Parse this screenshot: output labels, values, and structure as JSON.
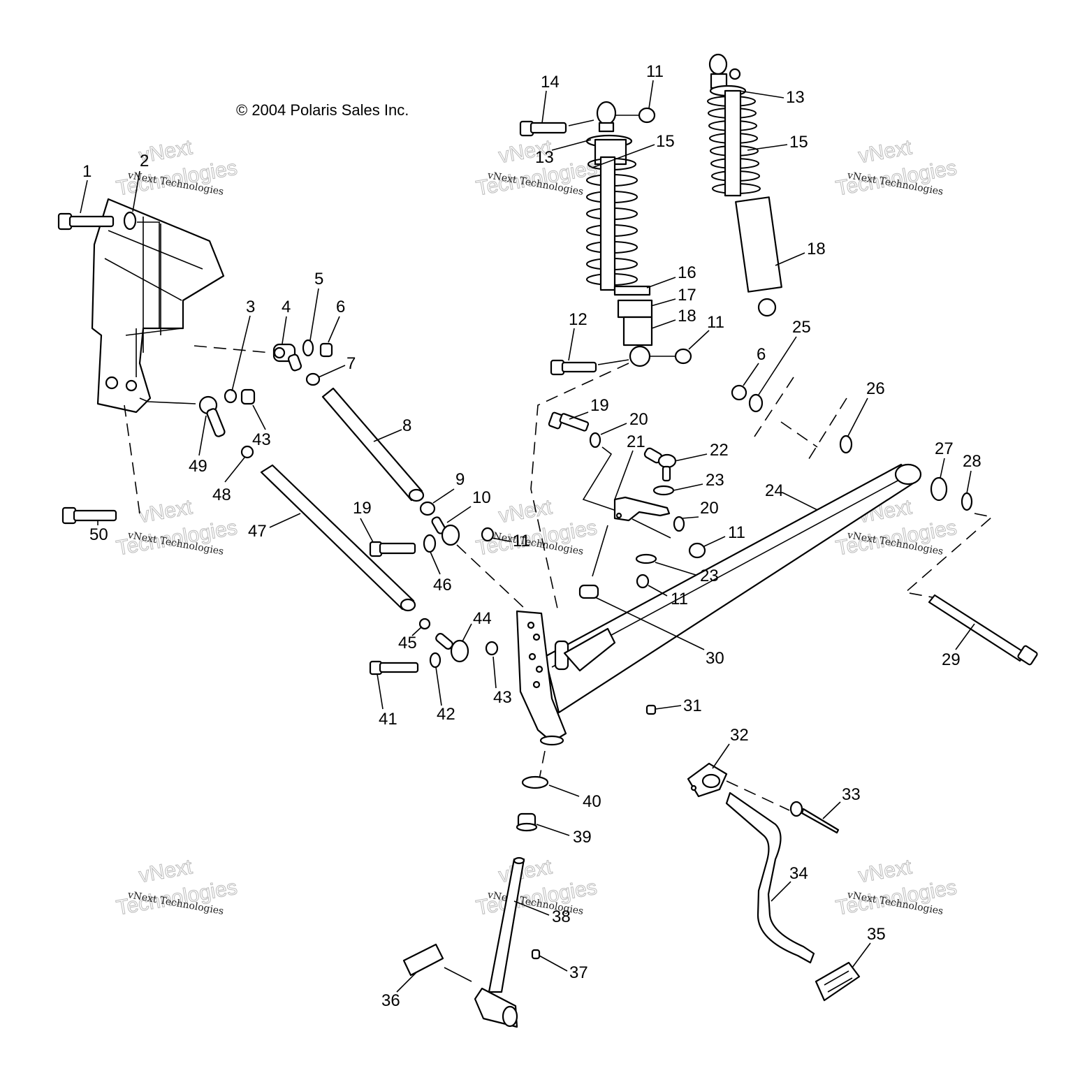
{
  "diagram": {
    "copyright": "© 2004 Polaris Sales Inc.",
    "watermark": {
      "line1": "vNext",
      "line2": "Technologies",
      "small": "vNext Technologies"
    },
    "callouts": [
      {
        "id": "c1",
        "text": "1"
      },
      {
        "id": "c2",
        "text": "2"
      },
      {
        "id": "c3",
        "text": "3"
      },
      {
        "id": "c4",
        "text": "4"
      },
      {
        "id": "c5",
        "text": "5"
      },
      {
        "id": "c6a",
        "text": "6"
      },
      {
        "id": "c6b",
        "text": "6"
      },
      {
        "id": "c7",
        "text": "7"
      },
      {
        "id": "c8",
        "text": "8"
      },
      {
        "id": "c9",
        "text": "9"
      },
      {
        "id": "c10",
        "text": "10"
      },
      {
        "id": "c11a",
        "text": "11"
      },
      {
        "id": "c11b",
        "text": "11"
      },
      {
        "id": "c11c",
        "text": "11"
      },
      {
        "id": "c11d",
        "text": "11"
      },
      {
        "id": "c11e",
        "text": "11"
      },
      {
        "id": "c12",
        "text": "12"
      },
      {
        "id": "c13a",
        "text": "13"
      },
      {
        "id": "c13b",
        "text": "13"
      },
      {
        "id": "c14",
        "text": "14"
      },
      {
        "id": "c15a",
        "text": "15"
      },
      {
        "id": "c15b",
        "text": "15"
      },
      {
        "id": "c16",
        "text": "16"
      },
      {
        "id": "c17",
        "text": "17"
      },
      {
        "id": "c18a",
        "text": "18"
      },
      {
        "id": "c18b",
        "text": "18"
      },
      {
        "id": "c19a",
        "text": "19"
      },
      {
        "id": "c19b",
        "text": "19"
      },
      {
        "id": "c20a",
        "text": "20"
      },
      {
        "id": "c20b",
        "text": "20"
      },
      {
        "id": "c21",
        "text": "21"
      },
      {
        "id": "c22",
        "text": "22"
      },
      {
        "id": "c23a",
        "text": "23"
      },
      {
        "id": "c23b",
        "text": "23"
      },
      {
        "id": "c24",
        "text": "24"
      },
      {
        "id": "c25",
        "text": "25"
      },
      {
        "id": "c26",
        "text": "26"
      },
      {
        "id": "c27",
        "text": "27"
      },
      {
        "id": "c28",
        "text": "28"
      },
      {
        "id": "c29",
        "text": "29"
      },
      {
        "id": "c30",
        "text": "30"
      },
      {
        "id": "c31",
        "text": "31"
      },
      {
        "id": "c32",
        "text": "32"
      },
      {
        "id": "c33",
        "text": "33"
      },
      {
        "id": "c34",
        "text": "34"
      },
      {
        "id": "c35",
        "text": "35"
      },
      {
        "id": "c36",
        "text": "36"
      },
      {
        "id": "c37",
        "text": "37"
      },
      {
        "id": "c38",
        "text": "38"
      },
      {
        "id": "c39",
        "text": "39"
      },
      {
        "id": "c40",
        "text": "40"
      },
      {
        "id": "c41",
        "text": "41"
      },
      {
        "id": "c42",
        "text": "42"
      },
      {
        "id": "c43a",
        "text": "43"
      },
      {
        "id": "c43b",
        "text": "43"
      },
      {
        "id": "c44",
        "text": "44"
      },
      {
        "id": "c45",
        "text": "45"
      },
      {
        "id": "c46",
        "text": "46"
      },
      {
        "id": "c47",
        "text": "47"
      },
      {
        "id": "c48",
        "text": "48"
      },
      {
        "id": "c49",
        "text": "49"
      },
      {
        "id": "c50",
        "text": "50"
      }
    ]
  }
}
